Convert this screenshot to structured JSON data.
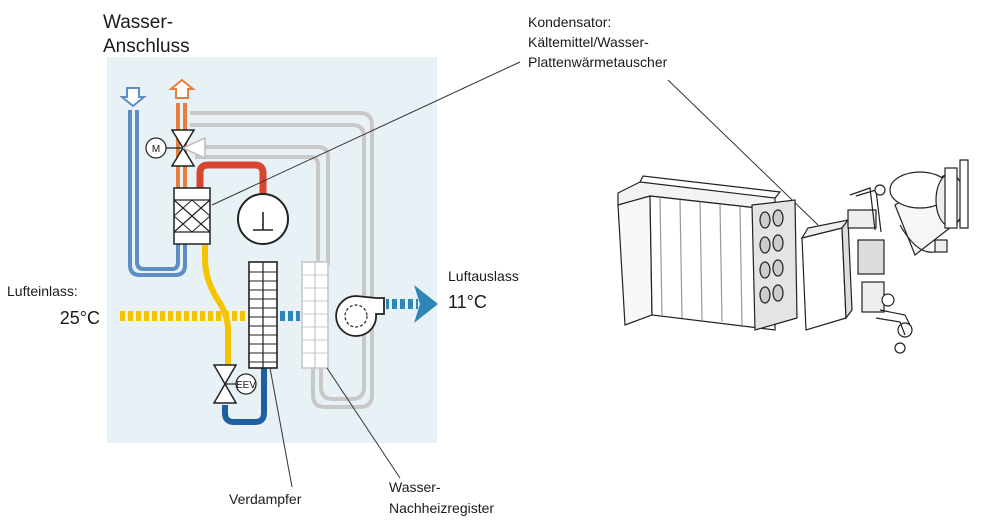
{
  "labels": {
    "water_connection_line1": "Wasser-",
    "water_connection_line2": "Anschluss",
    "condenser_line1": "Kondensator:",
    "condenser_line2": "Kältemittel/Wasser-",
    "condenser_line3": "Plattenwärmetauscher",
    "air_inlet": "Lufteinlass:",
    "air_inlet_temp": "25°C",
    "air_outlet": "Luftauslass",
    "air_outlet_temp": "11°C",
    "evaporator": "Verdampfer",
    "reheat_line1": "Wasser-",
    "reheat_line2": "Nachheizregister",
    "motor_valve": "M",
    "expansion_valve": "EEV"
  },
  "colors": {
    "panel_bg": "#e8f1f6",
    "water_cold": "#5b8fc4",
    "water_hot": "#e67e3c",
    "refrigerant_hot": "#d9452e",
    "refrigerant_liquid": "#f5c400",
    "refrigerant_cold": "#1f5fa0",
    "reheat_pipe": "#c8c8c8",
    "air_out_arrow": "#2e86b8"
  }
}
